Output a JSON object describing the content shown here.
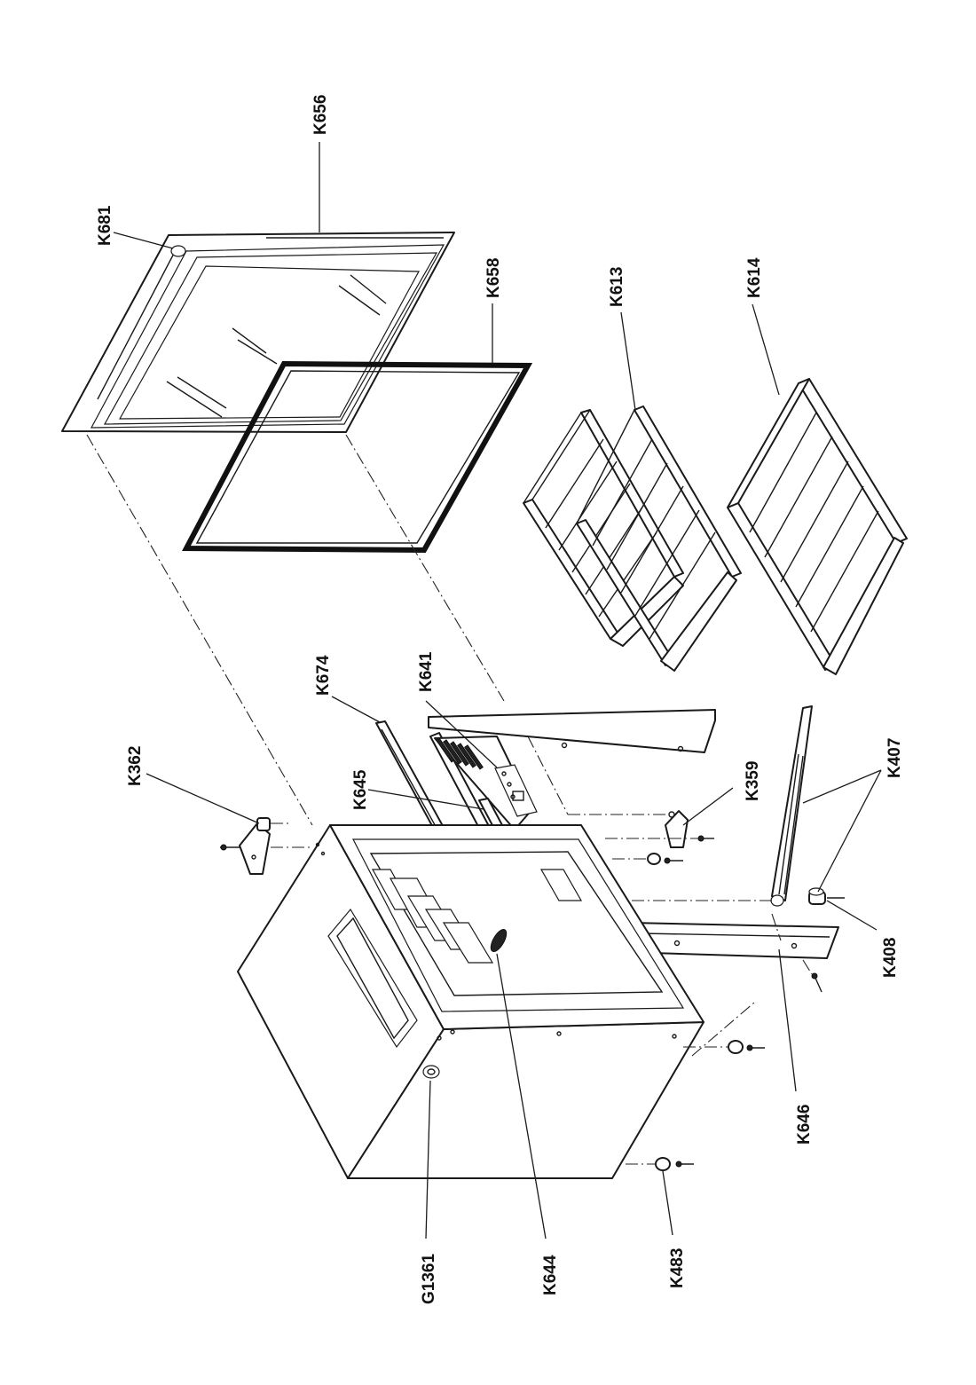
{
  "labels": {
    "K656": "K656",
    "K681": "K681",
    "K658": "K658",
    "K613": "K613",
    "K614": "K614",
    "K674": "K674",
    "K641": "K641",
    "K362": "K362",
    "K645": "K645",
    "K359": "K359",
    "K407": "K407",
    "K408": "K408",
    "K646": "K646",
    "G1361": "G1361",
    "K644": "K644",
    "K483": "K483"
  }
}
